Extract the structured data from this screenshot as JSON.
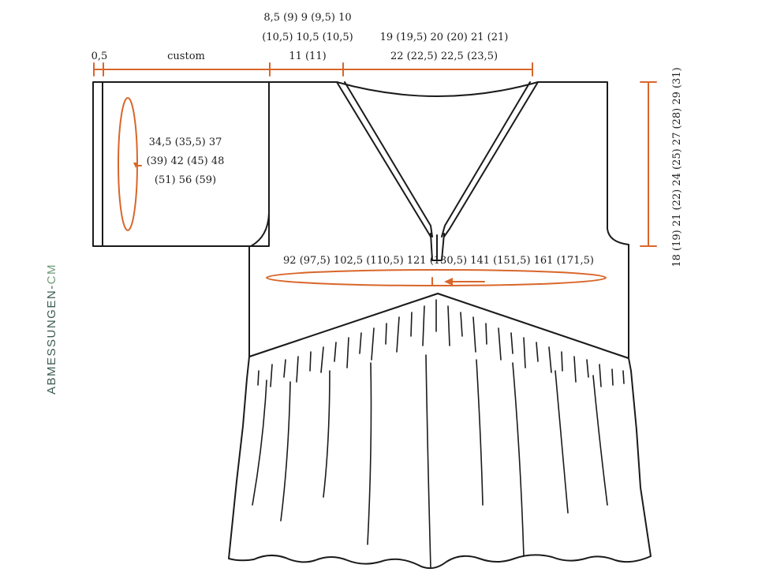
{
  "colors": {
    "accent": "#d9662b",
    "ink": "#1b1b1b",
    "title": "#3d5b52",
    "title_accent": "#6f9a78"
  },
  "side_title": {
    "main": "ABMESSUNGEN-",
    "unit": "CM"
  },
  "top_labels": {
    "cuff": "0,5",
    "sleeve": "custom",
    "neck_line1": "8,5 (9) 9 (9,5) 10",
    "neck_line2": "(10,5) 10,5 (10,5)",
    "neck_line3": "11 (11)",
    "shoulder_line1": "19 (19,5) 20 (20) 21 (21)",
    "shoulder_line2": "22 (22,5) 22,5 (23,5)"
  },
  "sleeve_circ": {
    "line1": "34,5 (35,5) 37",
    "line2": "(39) 42 (45) 48",
    "line3": "(51) 56 (59)"
  },
  "chest": "92 (97,5) 102,5 (110,5) 121 (130,5) 141 (151,5) 161 (171,5)",
  "armhole_depth": "18 (19) 21 (22) 24 (25) 27 (28) 29 (31)"
}
